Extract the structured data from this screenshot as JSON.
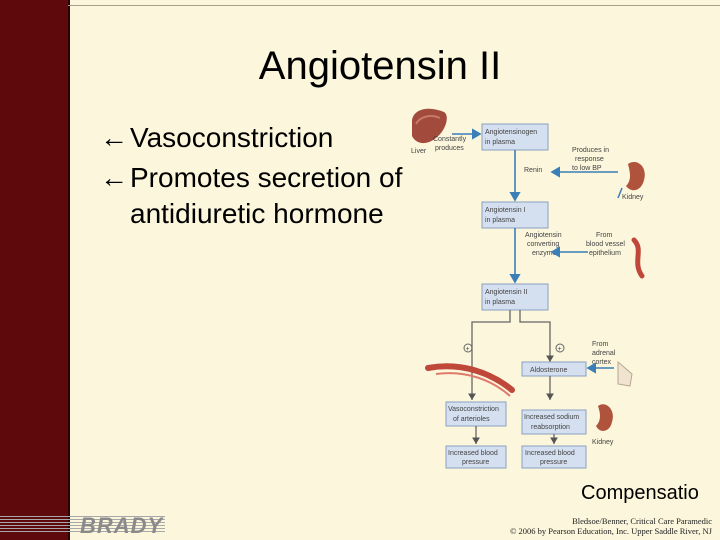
{
  "slide": {
    "title": "Angiotensin II",
    "bullets": [
      {
        "text": "Vasoconstriction",
        "continuation": ""
      },
      {
        "text": "Promotes secretion of",
        "continuation": "antidiuretic hormone"
      }
    ],
    "arrow_glyph": "←",
    "footer_word": "Compensatio",
    "credit_line1": "Bledsoe/Benner, Critical Care Paramedic",
    "credit_line2": "© 2006 by Pearson Education, Inc. Upper Saddle River, NJ",
    "logo_text": "BRADY"
  },
  "diagram": {
    "liver_label": "Liver",
    "constantly_produces": [
      "Constantly",
      "produces"
    ],
    "angiotensinogen_box": [
      "Angiotensinogen",
      "in plasma"
    ],
    "renin": "Renin",
    "produces_response": [
      "Produces in",
      "response",
      "to low BP"
    ],
    "kidney1": "Kidney",
    "ang1_box": [
      "Angiotensin I",
      "in plasma"
    ],
    "converting_enzyme": [
      "Angiotensin",
      "converting",
      "enzyme"
    ],
    "from_vessel": [
      "From",
      "blood vessel",
      "epithelium"
    ],
    "ang2_box": [
      "Angiotensin II",
      "in plasma"
    ],
    "plus": "+",
    "from_adrenal": [
      "From",
      "adrenal",
      "cortex"
    ],
    "aldosterone_box": "Aldosterone",
    "vasoconstriction_box": [
      "Vasoconstriction",
      "of arterioles"
    ],
    "sodium_box": [
      "Increased sodium",
      "reabsorption"
    ],
    "kidney2": "Kidney",
    "bp_box_left": [
      "Increased blood",
      "pressure"
    ],
    "bp_box_right": [
      "Increased blood",
      "pressure"
    ]
  },
  "colors": {
    "sidebar": "#5e0a0c",
    "background": "#fbf6dc",
    "box_fill": "#d4dff0",
    "arrow": "#3a7fb8"
  }
}
